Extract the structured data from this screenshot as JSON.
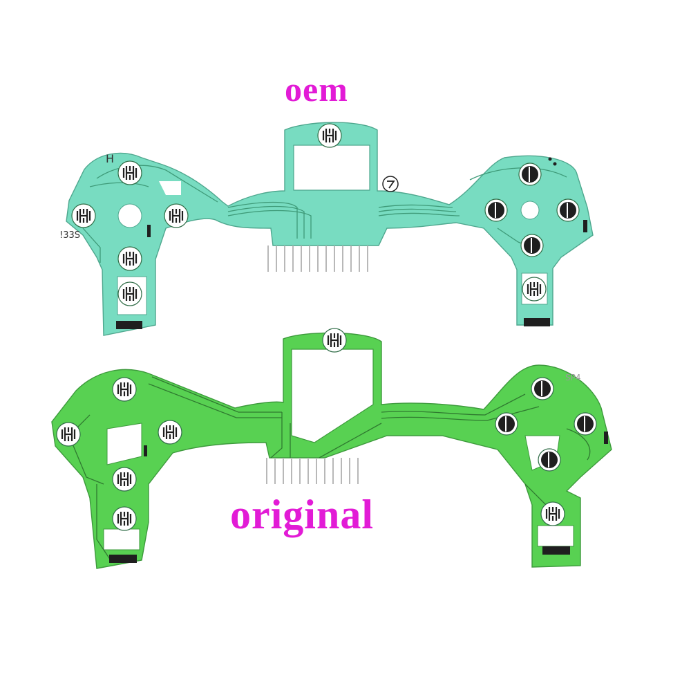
{
  "labels": {
    "top": "oem",
    "bottom": "original"
  },
  "printed_marks": {
    "h_mark": "H",
    "code_mark": "!33S",
    "sp4_mark": "SP4"
  },
  "colors": {
    "label": "#e21bd6",
    "oem_film": "#78dcc1",
    "original_film": "#58d152",
    "trace": "#3b7d3a",
    "contact": "#1f1f1f",
    "background": "#ffffff"
  }
}
